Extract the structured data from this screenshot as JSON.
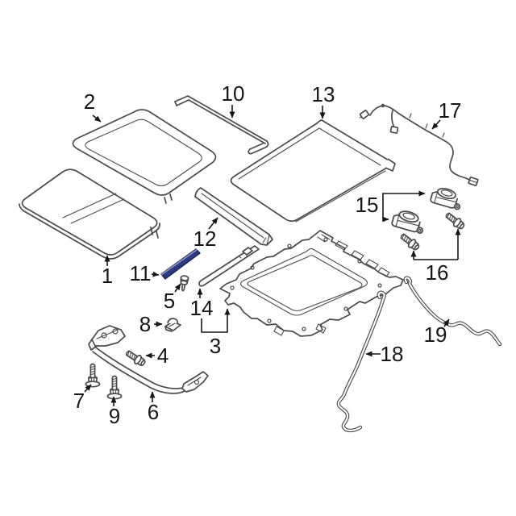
{
  "diagram": {
    "background_color": "#ffffff",
    "artwork_line_color": "#4b4b4b",
    "callout_color": "#161616",
    "highlighted_part": {
      "number": "11",
      "fill_color": "#2e3c7e",
      "edge_highlight_color": "#8492cf",
      "outline_color": "#17204d"
    },
    "callouts": [
      {
        "number": "1"
      },
      {
        "number": "2"
      },
      {
        "number": "3"
      },
      {
        "number": "4"
      },
      {
        "number": "5"
      },
      {
        "number": "6"
      },
      {
        "number": "7"
      },
      {
        "number": "8"
      },
      {
        "number": "9"
      },
      {
        "number": "10"
      },
      {
        "number": "11"
      },
      {
        "number": "12"
      },
      {
        "number": "13"
      },
      {
        "number": "14"
      },
      {
        "number": "15"
      },
      {
        "number": "16"
      },
      {
        "number": "17"
      },
      {
        "number": "18"
      },
      {
        "number": "19"
      }
    ]
  }
}
